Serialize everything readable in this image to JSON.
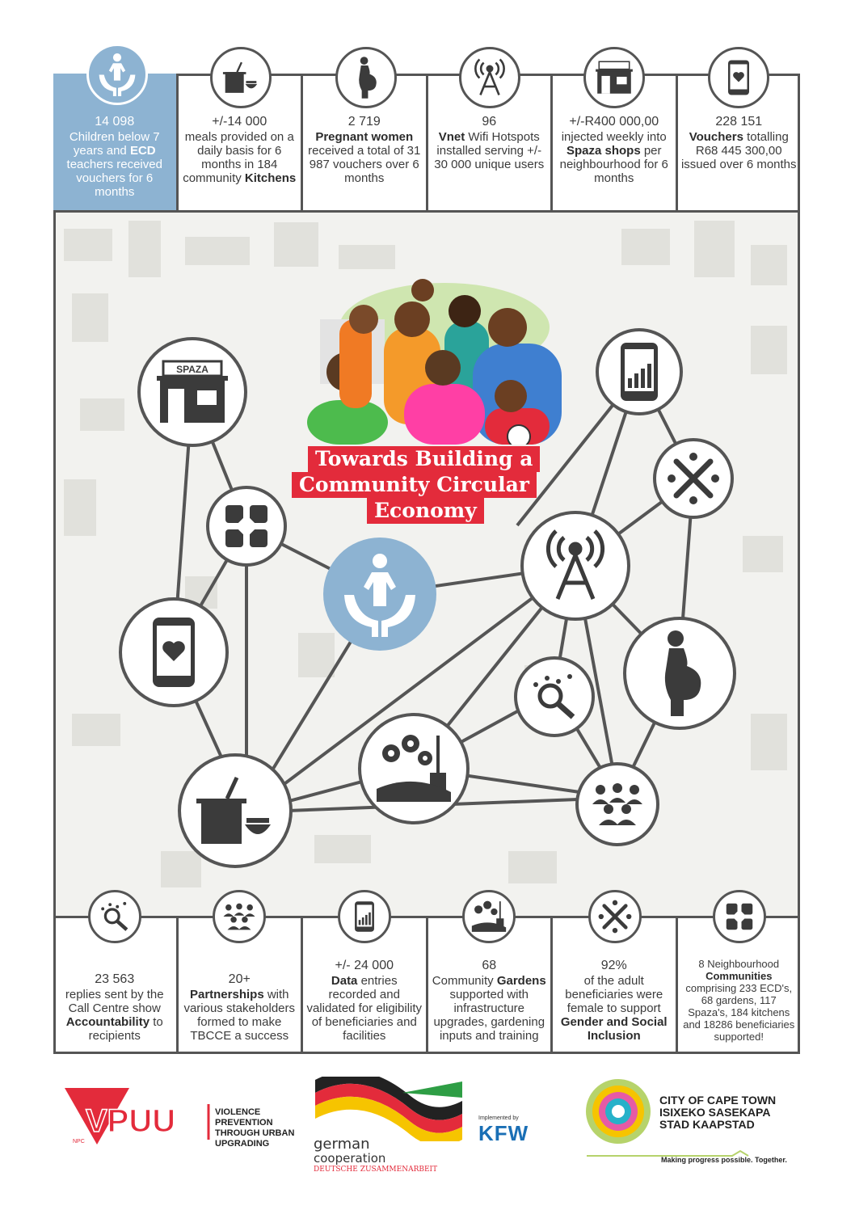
{
  "top_stats": [
    {
      "number": "14 098",
      "pre": "Children below 7 years and ",
      "bold": "ECD",
      "post": " teachers received vouchers for 6 months",
      "icon": "child-in-hands-icon"
    },
    {
      "number": "+/-14 000",
      "pre": "meals provided on a daily basis for 6 months in 184 community ",
      "bold": "Kitchens",
      "post": "",
      "icon": "cooking-pot-icon"
    },
    {
      "number": "2 719",
      "pre": "",
      "bold": "Pregnant women",
      "post": " received a total of 31 987 vouchers over 6 months",
      "icon": "pregnant-woman-icon"
    },
    {
      "number": "96",
      "pre": "",
      "bold": "Vnet",
      "post": " Wifi Hotspots installed serving +/- 30 000 unique users",
      "icon": "wifi-tower-icon"
    },
    {
      "number": "+/-R400 000,00",
      "pre": "injected weekly into ",
      "bold": "Spaza shops",
      "post": " per neighbourhood for 6 months",
      "icon": "spaza-shop-icon"
    },
    {
      "number": "228 151",
      "pre": "",
      "bold": "Vouchers",
      "post": " totalling R68 445 300,00 issued over 6 months",
      "icon": "phone-heart-icon"
    }
  ],
  "bottom_stats": [
    {
      "number": "23 563",
      "pre": "replies sent by the Call Centre show ",
      "bold": "Accountability",
      "post": " to recipients",
      "icon": "magnifier-icon"
    },
    {
      "number": "20+",
      "pre": "",
      "bold": "Partnerships",
      "post": " with various stakeholders formed to make TBCCE a success",
      "icon": "people-group-icon"
    },
    {
      "number": "+/- 24 000",
      "pre": "",
      "bold": "Data",
      "post": " entries recorded and validated for eligibility of beneficiaries and facilities",
      "icon": "phone-chart-icon"
    },
    {
      "number": "68",
      "pre": "Community ",
      "bold": "Gardens",
      "post": " supported with infrastructure upgrades, gardening inputs and training",
      "icon": "garden-shovel-icon"
    },
    {
      "number": "92%",
      "pre": "of the adult beneficiaries were female to support ",
      "bold": "Gender and Social Inclusion",
      "post": "",
      "icon": "circle-of-people-icon"
    },
    {
      "number": "",
      "pre": "8 Neighbourhood ",
      "bold": "Communities",
      "post": " comprising 233 ECD's, 68 gardens, 117 Spaza's, 184 kitchens and 18286 beneficiaries supported!",
      "icon": "joined-hands-icon"
    }
  ],
  "title_lines": [
    "Towards Building a",
    "Community Circular",
    "Economy"
  ],
  "spaza_sign": "SPAZA",
  "logos": {
    "vpuu_text": "VPUU",
    "vpuu_npc": "NPC",
    "vpuu_tagline": [
      "VIOLENCE",
      "PREVENTION",
      "THROUGH URBAN",
      "UPGRADING"
    ],
    "gc_line1": "german",
    "gc_line2": "cooperation",
    "gc_line3": "DEUTSCHE ZUSAMMENARBEIT",
    "kfw_pre": "Implemented by",
    "kfw_name": "KFW",
    "ct_lines": [
      "CITY OF CAPE TOWN",
      "ISIXEKO SASEKAPA",
      "STAD KAAPSTAD"
    ],
    "ct_slogan": "Making progress possible. Together."
  },
  "colors": {
    "accent_blue": "#8db3d2",
    "banner_red": "#e32b3b",
    "line_grey": "#555555",
    "map_bg": "#f2f2ef"
  }
}
